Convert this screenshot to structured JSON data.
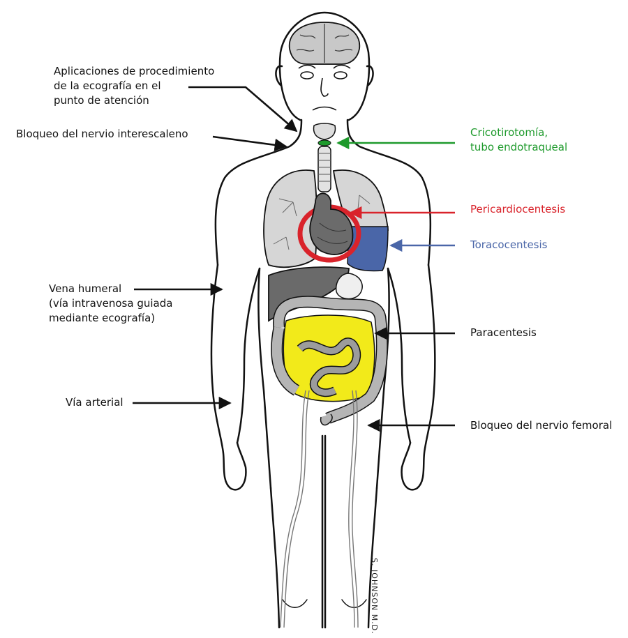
{
  "labels": {
    "pocus_line1": "Aplicaciones de procedimiento",
    "pocus_line2": "de la ecografía en el",
    "pocus_line3": "punto de atención",
    "interscalene": "Bloqueo del nervio interescaleno",
    "cricothyrotomy_line1": "Cricotirotomía,",
    "cricothyrotomy_line2": "tubo endotraqueal",
    "pericardiocentesis": "Pericardiocentesis",
    "thoracentesis": "Toracocentesis",
    "humeral_line1": "Vena humeral",
    "humeral_line2": "(vía intravenosa guiada",
    "humeral_line3": "mediante ecografía)",
    "paracentesis": "Paracentesis",
    "arterial": "Vía arterial",
    "femoral": "Bloqueo del nervio femoral"
  },
  "signature": "S. JOHNSON M.D.",
  "colors": {
    "airway": "#1e9a2c",
    "pericardium": "#d9232b",
    "pleural": "#4a66a8",
    "ascites": "#f2ea1a",
    "organ_gray": "#bdbdbd",
    "liver_gray": "#6a6a6a"
  }
}
